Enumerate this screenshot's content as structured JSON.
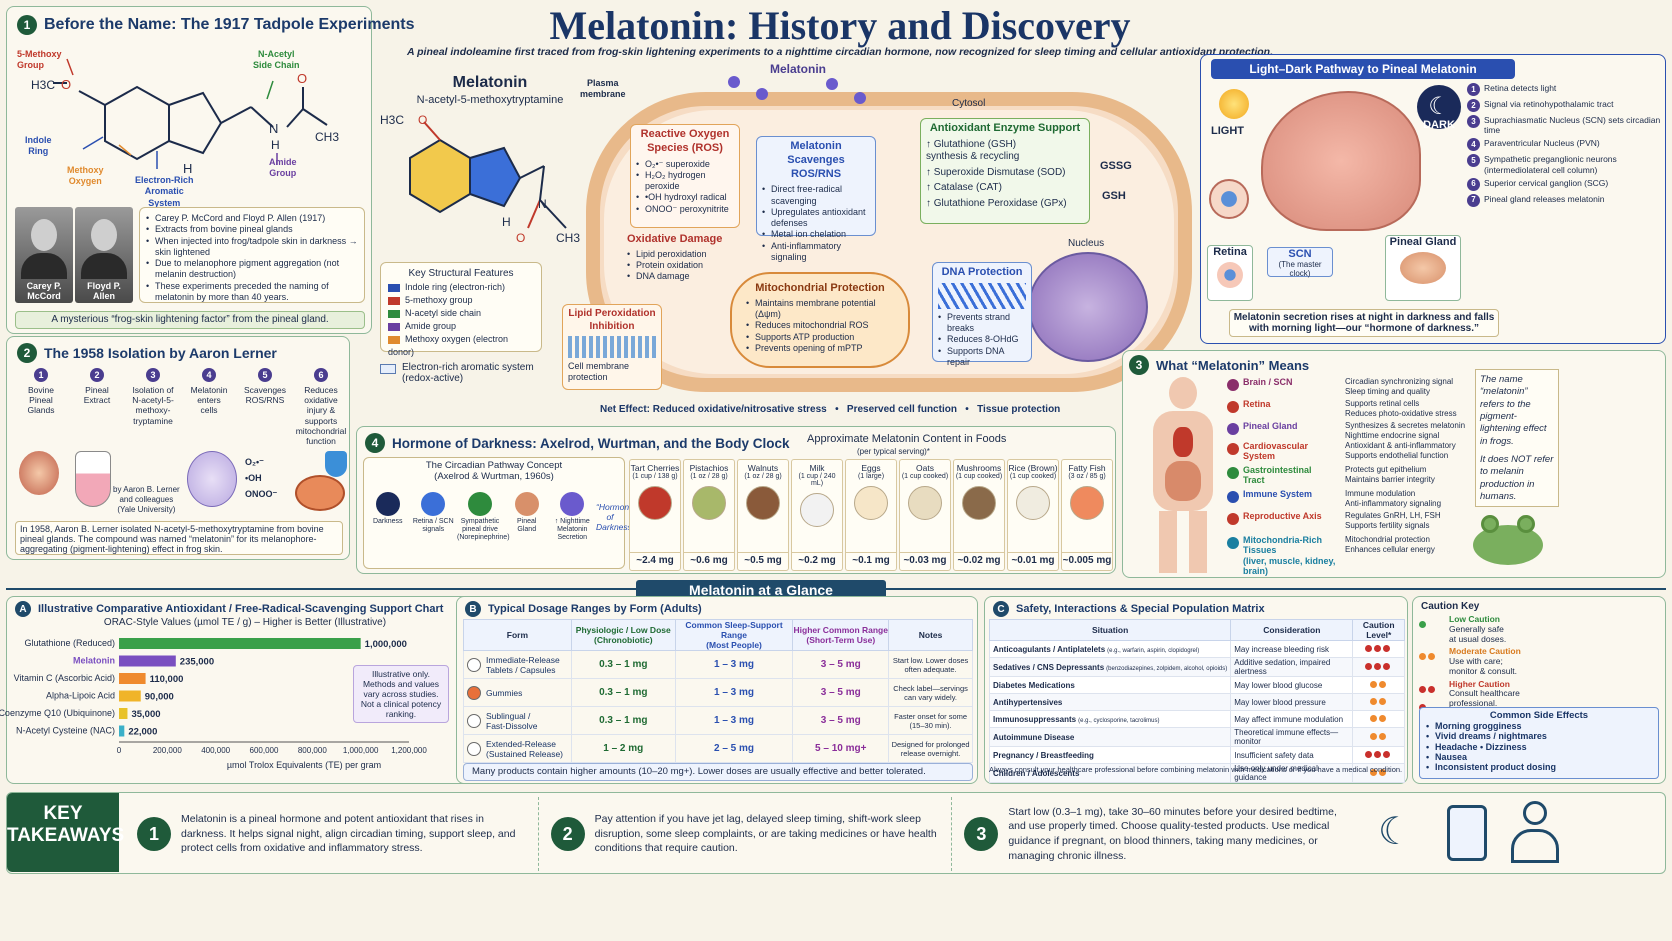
{
  "title": "Melatonin: History and Discovery",
  "subtitle": "A pineal indoleamine first traced from frog-skin lightening experiments to a nighttime circadian hormone, now recognized for sleep timing and cellular antioxidant protection.",
  "p1": {
    "num": "1",
    "title": "Before the Name: The 1917 Tadpole Experiments",
    "labels": {
      "methoxy_group": "5-Methoxy\nGroup",
      "acetyl": "N-Acetyl\nSide Chain",
      "indole": "Indole\nRing",
      "methoxy_oxygen": "Methoxy\nOxygen",
      "electron_rich": "Electron-Rich\nAromatic\nSystem",
      "amide": "Amide\nGroup",
      "h3c": "H3C",
      "o": "O",
      "ch3": "CH3",
      "nh": "N",
      "h": "H"
    },
    "people": [
      "Carey P.\nMcCord",
      "Floyd P.\nAllen"
    ],
    "bullets": [
      "Carey P. McCord and Floyd P. Allen (1917)",
      "Extracts from bovine pineal glands",
      "When injected into frog/tadpole skin in darkness → skin lightened",
      "Due to melanophore pigment aggregation (not melanin destruction)",
      "These experiments preceded the naming of melatonin by more than 40 years."
    ],
    "caption": "A mysterious “frog-skin lightening factor” from the pineal gland."
  },
  "center": {
    "mol_name": "Melatonin",
    "mol_sub": "N-acetyl-5-methoxytryptamine",
    "features_title": "Key Structural Features",
    "features": [
      {
        "label": "Indole ring (electron-rich)",
        "color": "#2a4fb0"
      },
      {
        "label": "5-methoxy group",
        "color": "#c0392b"
      },
      {
        "label": "N-acetyl side chain",
        "color": "#2e8b3d"
      },
      {
        "label": "Amide group",
        "color": "#6a3fa0"
      },
      {
        "label": "Methoxy oxygen (electron donor)",
        "color": "#e08a2e"
      }
    ],
    "aromatic_note": "Electron-rich aromatic system\n(redox-active)",
    "plasma": "Plasma\nmembrane",
    "mel_label": "Melatonin",
    "cytosol": "Cytosol",
    "nucleus": "Nucleus",
    "ros_title": "Reactive Oxygen\nSpecies (ROS)",
    "ros": [
      "O₂•⁻  superoxide",
      "H₂O₂  hydrogen peroxide",
      "•OH  hydroxyl radical",
      "ONOO⁻  peroxynitrite"
    ],
    "scav_title": "Melatonin\nScavenges ROS/RNS",
    "scav": [
      "Direct free-radical scavenging",
      "Upregulates antioxidant defenses",
      "Metal ion chelation",
      "Anti-inflammatory signaling"
    ],
    "enz_title": "Antioxidant Enzyme Support",
    "enz": [
      "↑ Glutathione (GSH)\nsynthesis & recycling",
      "↑ Superoxide Dismutase (SOD)",
      "↑ Catalase (CAT)",
      "↑ Glutathione Peroxidase (GPx)"
    ],
    "gssg": "GSSG",
    "gsh": "GSH",
    "ox_title": "Oxidative Damage",
    "ox": [
      "Lipid peroxidation",
      "Protein oxidation",
      "DNA damage"
    ],
    "lipid_title": "Lipid Peroxidation\nInhibition",
    "lipid_sub": "Cell membrane\nprotection",
    "mito_title": "Mitochondrial Protection",
    "mito": [
      "Maintains membrane potential (Δψm)",
      "Reduces mitochondrial ROS",
      "Supports ATP production",
      "Prevents opening of mPTP"
    ],
    "dna_title": "DNA Protection",
    "dna": [
      "Prevents strand breaks",
      "Reduces 8-OHdG",
      "Supports DNA repair"
    ],
    "net_effect": "Net Effect: Reduced oxidative/nitrosative stress   •   Preserved cell function   •   Tissue protection"
  },
  "ld": {
    "title": "Light–Dark Pathway to Pineal Melatonin",
    "light": "LIGHT",
    "dark": "DARK",
    "retina": "Retina",
    "scn": "SCN",
    "scn_sub": "(The master clock)",
    "pineal": "Pineal Gland",
    "steps": [
      "Retina detects light",
      "Signal via retinohypothalamic tract",
      "Suprachiasmatic Nucleus (SCN) sets circadian time",
      "Paraventricular Nucleus (PVN)",
      "Sympathetic preganglionic neurons (intermediolateral cell column)",
      "Superior cervical ganglion (SCG)",
      "Pineal gland releases melatonin"
    ],
    "step_nums": [
      "1",
      "2",
      "3",
      "4",
      "5",
      "6",
      "7"
    ],
    "caption": "Melatonin secretion rises at night in darkness and falls with morning light—our “hormone of darkness.”"
  },
  "p2": {
    "num": "2",
    "title": "The  1958 Isolation by Aaron Lerner",
    "steps": [
      {
        "n": "1",
        "label": "Bovine\nPineal\nGlands"
      },
      {
        "n": "2",
        "label": "Pineal\nExtract"
      },
      {
        "n": "3",
        "label": "Isolation of\nN-acetyl-5-\nmethoxy-\ntryptamine"
      },
      {
        "n": "4",
        "label": "Melatonin\nenters\ncells"
      },
      {
        "n": "5",
        "label": "Scavenges\nROS/RNS"
      },
      {
        "n": "6",
        "label": "Reduces\noxidative\ninjury &\nsupports\nmitochondrial\nfunction"
      }
    ],
    "credit": "by Aaron B. Lerner\nand colleagues\n(Yale University)",
    "ros_labels": [
      "O₂•⁻",
      "•OH",
      "ONOO⁻"
    ],
    "caption": "In 1958, Aaron B. Lerner isolated N-acetyl-5-methoxytryptamine from bovine pineal glands. The compound was named “melatonin” for its melanophore-aggregating (pigment-lightening) effect in frog skin."
  },
  "p3": {
    "num": "3",
    "title": "What “Melatonin” Means",
    "organs": [
      {
        "name": "Brain / SCN",
        "color": "#8a2e6a",
        "desc": [
          "Circadian synchronizing signal",
          "Sleep timing and quality"
        ]
      },
      {
        "name": "Retina",
        "color": "#c0392b",
        "desc": [
          "Supports retinal cells",
          "Reduces photo-oxidative stress"
        ]
      },
      {
        "name": "Pineal Gland",
        "color": "#6a3fa0",
        "desc": [
          "Synthesizes & secretes melatonin",
          "Nighttime endocrine signal"
        ]
      },
      {
        "name": "Cardiovascular\nSystem",
        "color": "#c0392b",
        "desc": [
          "Antioxidant & anti-inflammatory",
          "Supports endothelial function"
        ]
      },
      {
        "name": "Gastrointestinal\nTract",
        "color": "#2e8b3d",
        "desc": [
          "Protects gut epithelium",
          "Maintains barrier integrity"
        ]
      },
      {
        "name": "Immune System",
        "color": "#2a4fb0",
        "desc": [
          "Immune modulation",
          "Anti-inflammatory signaling"
        ]
      },
      {
        "name": "Reproductive Axis",
        "color": "#c0392b",
        "desc": [
          "Regulates GnRH, LH, FSH",
          "Supports fertility signals"
        ]
      },
      {
        "name": "Mitochondria-Rich Tissues\n(liver, muscle, kidney, brain)",
        "color": "#1a7fa0",
        "desc": [
          "Mitochondrial protection",
          "Enhances cellular energy"
        ]
      }
    ],
    "note1": "The name “melatonin” refers to the pigment-lightening effect in frogs.",
    "note2": "It does NOT refer to melanin production in humans."
  },
  "p4": {
    "num": "4",
    "title": "Hormone of Darkness: Axelrod, Wurtman, and the Body Clock",
    "concept_title": "The Circadian Pathway Concept\n(Axelrod & Wurtman, 1960s)",
    "concept_steps": [
      "Darkness",
      "Retina / SCN\nsignals",
      "Sympathetic\npineal drive\n(Norepinephrine)",
      "Pineal\nGland",
      "↑ Nighttime\nMelatonin\nSecretion"
    ],
    "concept_end": "“Hormone\nof\nDarkness”",
    "foods_title": "Approximate Melatonin Content in Foods",
    "foods_sub": "(per typical serving)*",
    "foods": [
      {
        "name": "Tart Cherries",
        "serv": "(1 cup / 138 g)",
        "mg": "~2.4 mg"
      },
      {
        "name": "Pistachios",
        "serv": "(1 oz / 28 g)",
        "mg": "~0.6 mg"
      },
      {
        "name": "Walnuts",
        "serv": "(1 oz / 28 g)",
        "mg": "~0.5 mg"
      },
      {
        "name": "Milk",
        "serv": "(1 cup / 240 mL)",
        "mg": "~0.2 mg"
      },
      {
        "name": "Eggs",
        "serv": "(1 large)",
        "mg": "~0.1 mg"
      },
      {
        "name": "Oats",
        "serv": "(1 cup cooked)",
        "mg": "~0.03 mg"
      },
      {
        "name": "Mushrooms",
        "serv": "(1 cup cooked)",
        "mg": "~0.02 mg"
      },
      {
        "name": "Rice (Brown)",
        "serv": "(1 cup cooked)",
        "mg": "~0.01 mg"
      },
      {
        "name": "Fatty Fish",
        "serv": "(3 oz / 85 g)",
        "mg": "~0.005 mg"
      }
    ]
  },
  "glance": "Melatonin at a Glance",
  "chart_data": {
    "type": "bar",
    "letter": "A",
    "title": "Illustrative Comparative Antioxidant / Free-Radical-Scavenging Support Chart",
    "subtitle": "ORAC-Style Values (µmol TE / g) – Higher is Better (Illustrative)",
    "categories": [
      "Glutathione (Reduced)",
      "Melatonin",
      "Vitamin C (Ascorbic Acid)",
      "Alpha-Lipoic Acid",
      "Coenzyme Q10 (Ubiquinone)",
      "N-Acetyl Cysteine (NAC)"
    ],
    "values": [
      1000000,
      235000,
      110000,
      90000,
      35000,
      22000
    ],
    "value_labels": [
      "1,000,000",
      "235,000",
      "110,000",
      "90,000",
      "35,000",
      "22,000"
    ],
    "colors": [
      "#3aa04a",
      "#7a4fc0",
      "#ef8a2e",
      "#f0b429",
      "#e8c22a",
      "#3bb0c8"
    ],
    "xlim": [
      0,
      1200000
    ],
    "xticks": [
      "0",
      "200,000",
      "400,000",
      "600,000",
      "800,000",
      "1,000,000",
      "1,200,000"
    ],
    "xlabel": "µmol Trolox Equivalents (TE) per gram",
    "note": "Illustrative only.\nMethods and values\nvary across studies.\nNot a clinical potency\nranking."
  },
  "dose": {
    "letter": "B",
    "title": "Typical Dosage Ranges by Form (Adults)",
    "headers": [
      "Form",
      "Physiologic / Low Dose\n(Chronobiotic)",
      "Common Sleep-Support Range\n(Most People)",
      "Higher Common Range\n(Short-Term Use)",
      "Notes"
    ],
    "rows": [
      {
        "form": "Immediate-Release\nTablets / Capsules",
        "low": "0.3 – 1 mg",
        "common": "1 – 3 mg",
        "high": "3 – 5 mg",
        "note": "Start low. Lower doses\noften adequate."
      },
      {
        "form": "Gummies",
        "low": "0.3 – 1 mg",
        "common": "1 – 3 mg",
        "high": "3 – 5 mg",
        "note": "Check label—servings\ncan vary widely."
      },
      {
        "form": "Sublingual /\nFast-Dissolve",
        "low": "0.3 – 1 mg",
        "common": "1 – 3 mg",
        "high": "3 – 5 mg",
        "note": "Faster onset for some\n(15–30 min)."
      },
      {
        "form": "Extended-Release\n(Sustained Release)",
        "low": "1 – 2 mg",
        "common": "2 – 5 mg",
        "high": "5 – 10 mg+",
        "note": "Designed for prolonged\nrelease overnight."
      }
    ],
    "footer": "Many products contain higher amounts (10–20 mg+). Lower doses are usually effective and better tolerated."
  },
  "safety": {
    "letter": "C",
    "title": "Safety, Interactions & Special Population Matrix",
    "headers": [
      "Situation",
      "Consideration",
      "Caution Level*"
    ],
    "rows": [
      {
        "sit": "Anticoagulants / Antiplatelets",
        "ex": "(e.g., warfarin, aspirin, clopidogrel)",
        "con": "May increase bleeding risk",
        "level": 3
      },
      {
        "sit": "Sedatives / CNS Depressants",
        "ex": "(benzodiazepines, zolpidem, alcohol, opioids)",
        "con": "Additive sedation, impaired alertness",
        "level": 3
      },
      {
        "sit": "Diabetes Medications",
        "ex": "",
        "con": "May lower blood glucose",
        "level": 2
      },
      {
        "sit": "Antihypertensives",
        "ex": "",
        "con": "May lower blood pressure",
        "level": 2
      },
      {
        "sit": "Immunosuppressants",
        "ex": "(e.g., cyclosporine, tacrolimus)",
        "con": "May affect immune modulation",
        "level": 2
      },
      {
        "sit": "Autoimmune Disease",
        "ex": "",
        "con": "Theoretical immune effects—monitor",
        "level": 2
      },
      {
        "sit": "Pregnancy / Breastfeeding",
        "ex": "",
        "con": "Insufficient safety data",
        "level": 3
      },
      {
        "sit": "Children / Adolescents",
        "ex": "",
        "con": "Use only under medical guidance",
        "level": 2
      }
    ],
    "footer": "Always consult your healthcare professional before combining melatonin with medications or if you have a medical condition."
  },
  "key": {
    "title": "Caution Key",
    "items": [
      {
        "level": 1,
        "name": "Low Caution",
        "desc": "Generally safe\nat usual doses."
      },
      {
        "level": 2,
        "name": "Moderate Caution",
        "desc": "Use with care;\nmonitor & consult."
      },
      {
        "level": 3,
        "name": "Higher Caution",
        "desc": "Consult healthcare\nprofessional."
      }
    ],
    "side_title": "Common Side Effects",
    "side": [
      "Morning grogginess",
      "Vivid dreams / nightmares",
      "Headache   •  Dizziness",
      "Nausea",
      "Inconsistent product dosing"
    ]
  },
  "takeaways": {
    "label": "KEY\nTAKEAWAYS",
    "items": [
      {
        "n": "1",
        "text": "Melatonin is a pineal hormone and potent antioxidant that rises in darkness. It helps signal night, align circadian timing, support sleep, and protect cells from oxidative and inflammatory stress."
      },
      {
        "n": "2",
        "text": "Pay attention if you have jet lag, delayed sleep timing, shift-work sleep disruption, some sleep complaints, or are taking medicines or have health conditions that require caution."
      },
      {
        "n": "3",
        "text": "Start low (0.3–1 mg), take 30–60 minutes before your desired bedtime, and use properly timed. Choose quality-tested products. Use medical guidance if pregnant, on blood thinners, taking many medicines, or managing chronic illness."
      }
    ]
  }
}
